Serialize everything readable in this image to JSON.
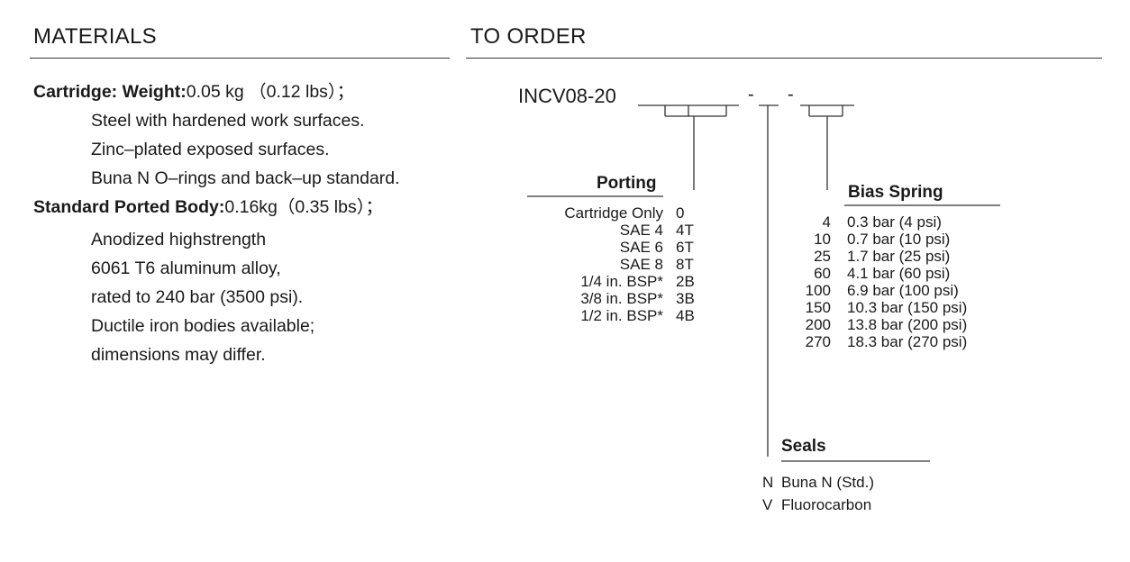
{
  "materials": {
    "heading": "MATERIALS",
    "cartridge_label": "Cartridge: Weight:",
    "cartridge_weight": "0.05 kg （0.12 lbs）；",
    "cartridge_lines": [
      "Steel with hardened work surfaces.",
      "Zinc–plated exposed surfaces.",
      "Buna N O–rings and back–up standard."
    ],
    "body_label": "Standard Ported Body:",
    "body_weight": "0.16kg（0.35 lbs）；",
    "body_lines": [
      "Anodized highstrength",
      "6061 T6 aluminum alloy,",
      "rated to 240 bar (3500 psi).",
      "Ductile iron bodies available;",
      "dimensions may differ."
    ]
  },
  "order": {
    "heading": "TO ORDER",
    "model": "INCV08-20",
    "separator": "-",
    "porting": {
      "title": "Porting",
      "rows": [
        {
          "label": "Cartridge Only",
          "code": "0"
        },
        {
          "label": "SAE 4",
          "code": "4T"
        },
        {
          "label": "SAE 6",
          "code": "6T"
        },
        {
          "label": "SAE 8",
          "code": "8T"
        },
        {
          "label": "1/4 in. BSP*",
          "code": "2B"
        },
        {
          "label": "3/8 in. BSP*",
          "code": "3B"
        },
        {
          "label": "1/2 in. BSP*",
          "code": "4B"
        }
      ]
    },
    "bias_spring": {
      "title": "Bias Spring",
      "rows": [
        {
          "code": "4",
          "label": "0.3 bar (4 psi)"
        },
        {
          "code": "10",
          "label": "0.7 bar (10 psi)"
        },
        {
          "code": "25",
          "label": "1.7 bar (25 psi)"
        },
        {
          "code": "60",
          "label": "4.1 bar (60 psi)"
        },
        {
          "code": "100",
          "label": "6.9 bar (100 psi)"
        },
        {
          "code": "150",
          "label": "10.3 bar (150 psi)"
        },
        {
          "code": "200",
          "label": "13.8 bar (200 psi)"
        },
        {
          "code": "270",
          "label": "18.3 bar (270 psi)"
        }
      ]
    },
    "seals": {
      "title": "Seals",
      "rows": [
        {
          "code": "N",
          "label": "Buna N (Std.)"
        },
        {
          "code": "V",
          "label": "Fluorocarbon"
        }
      ]
    }
  }
}
